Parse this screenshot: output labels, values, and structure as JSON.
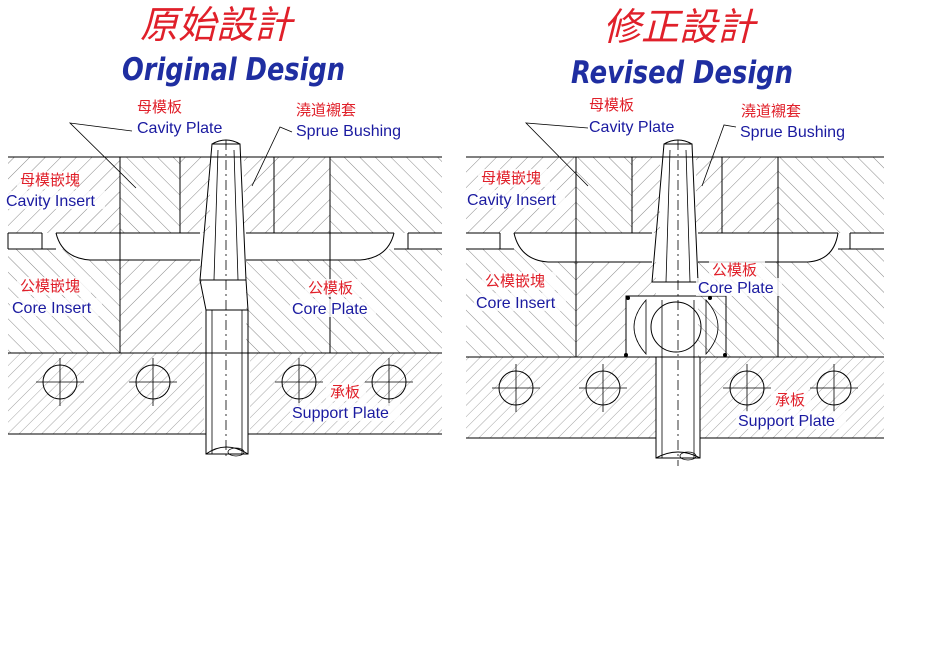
{
  "original": {
    "title_cn": "原始設計",
    "title_en": "Original Design",
    "labels": {
      "cavity_plate_cn": "母模板",
      "cavity_plate_en": "Cavity Plate",
      "sprue_bushing_cn": "澆道襯套",
      "sprue_bushing_en": "Sprue Bushing",
      "cavity_insert_cn": "母模嵌塊",
      "cavity_insert_en": "Cavity Insert",
      "core_insert_cn": "公模嵌塊",
      "core_insert_en": "Core Insert",
      "core_plate_cn": "公模板",
      "core_plate_en": "Core Plate",
      "support_plate_cn": "承板",
      "support_plate_en": "Support Plate"
    }
  },
  "revised": {
    "title_cn": "修正設計",
    "title_en": "Revised Design",
    "labels": {
      "cavity_plate_cn": "母模板",
      "cavity_plate_en": "Cavity Plate",
      "sprue_bushing_cn": "澆道襯套",
      "sprue_bushing_en": "Sprue Bushing",
      "cavity_insert_cn": "母模嵌塊",
      "cavity_insert_en": "Cavity Insert",
      "core_insert_cn": "公模嵌塊",
      "core_insert_en": "Core Insert",
      "core_plate_cn": "公模板",
      "core_plate_en": "Core Plate",
      "support_plate_cn": "承板",
      "support_plate_en": "Support Plate"
    }
  }
}
